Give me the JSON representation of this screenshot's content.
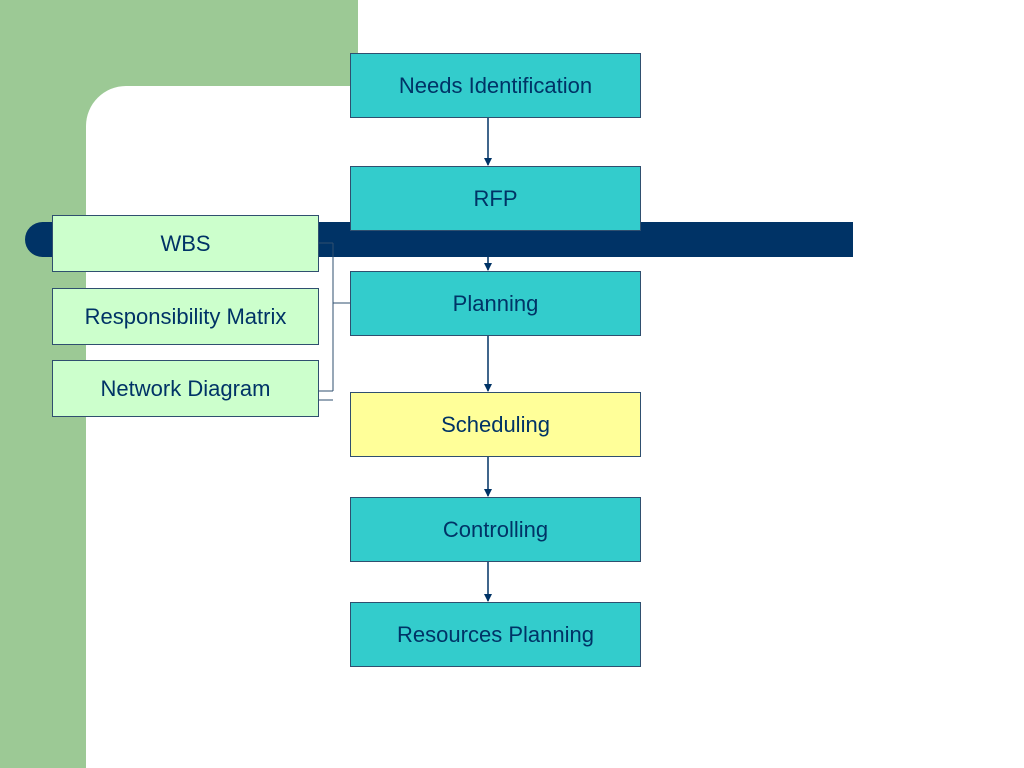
{
  "diagram": {
    "main_steps": [
      {
        "label": "Needs Identification",
        "highlighted": false
      },
      {
        "label": "RFP",
        "highlighted": false
      },
      {
        "label": "Planning",
        "highlighted": false
      },
      {
        "label": "Scheduling",
        "highlighted": true
      },
      {
        "label": "Controlling",
        "highlighted": false
      },
      {
        "label": "Resources Planning",
        "highlighted": false
      }
    ],
    "planning_outputs": [
      {
        "label": "WBS"
      },
      {
        "label": "Responsibility Matrix"
      },
      {
        "label": "Network Diagram"
      }
    ]
  },
  "colors": {
    "sidebar_green": "#9cc995",
    "band_navy": "#003366",
    "main_box_fill": "#33cccc",
    "highlight_box_fill": "#ffff99",
    "side_box_fill": "#ccffcc",
    "text": "#003366",
    "connector": "#003366"
  }
}
